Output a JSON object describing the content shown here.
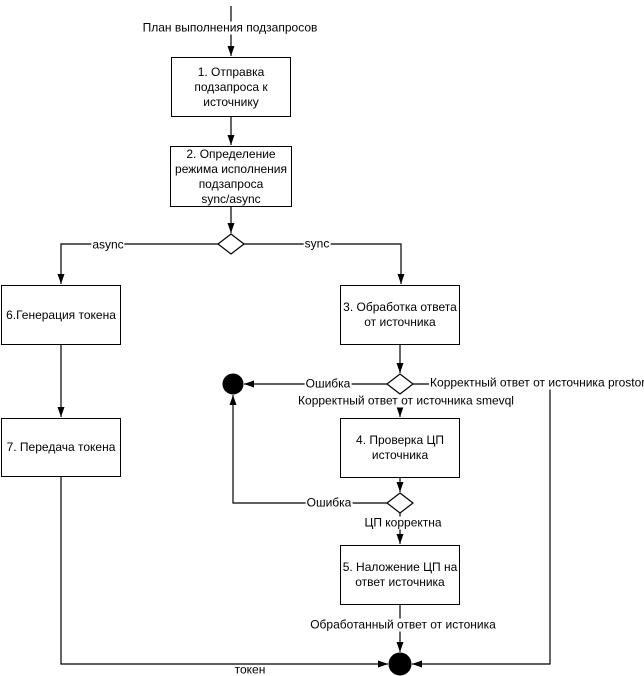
{
  "diagram": {
    "type": "flowchart",
    "colors": {
      "line": "#000000",
      "node_stroke": "#000000",
      "node_fill": "#ffffff",
      "terminal_fill": "#000000",
      "background": "#ffffff"
    },
    "nodes": {
      "send_subquery": "1. Отправка\nподзапроса к\nисточнику",
      "determine_mode": "2. Определение\nрежима исполнения\nподзапроса\nsync/async",
      "process_response": "3. Обработка ответа\nот источника",
      "verify_signature": "4. Проверка ЦП\nисточника",
      "apply_signature": "5. Наложение ЦП на\nответ источника",
      "generate_token": "6.Генерация токена",
      "transfer_token": "7. Передача токена"
    },
    "edge_labels": {
      "plan": "План выполнения подзапросов",
      "async_branch": "async",
      "sync_branch": "sync",
      "error_from_response": "Ошибка",
      "prostore_response": "Корректный ответ от источника prostore",
      "smevql_response": "Корректный ответ от источника smevql",
      "error_from_signature": "Ошибка",
      "signature_ok": "ЦП корректна",
      "processed_response": "Обработанный ответ от истоника",
      "token": "токен"
    }
  }
}
